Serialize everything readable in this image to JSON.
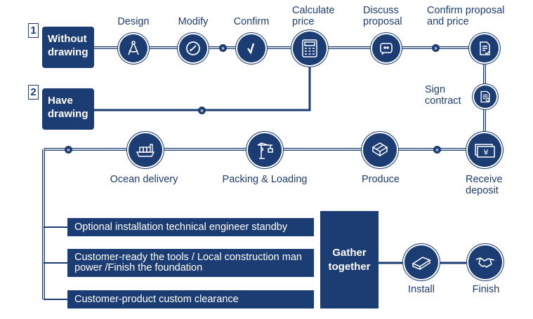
{
  "start": {
    "option1": {
      "number": "1",
      "label": "Without drawing"
    },
    "option2": {
      "number": "2",
      "label": "Have drawing"
    }
  },
  "steps": {
    "design": "Design",
    "modify": "Modify",
    "confirm": "Confirm",
    "calculate_price": "Calculate price",
    "discuss_proposal": "Discuss proposal",
    "confirm_proposal": "Confirm proposal and price",
    "sign_contract": "Sign contract",
    "receive_deposit": "Receive deposit",
    "produce": "Produce",
    "packing_loading": "Packing & Loading",
    "ocean_delivery": "Ocean delivery",
    "install": "Install",
    "finish": "Finish"
  },
  "arrow_glyphs": {
    "right": "»",
    "left": "«"
  },
  "options": [
    "Optional installation technical engineer standby",
    "Customer-ready the tools / Local construction man power /Finish the foundation",
    "Customer-product custom clearance"
  ],
  "gather": "Gather together",
  "colors": {
    "primary": "#1c3d74",
    "background": "#ffffff"
  }
}
